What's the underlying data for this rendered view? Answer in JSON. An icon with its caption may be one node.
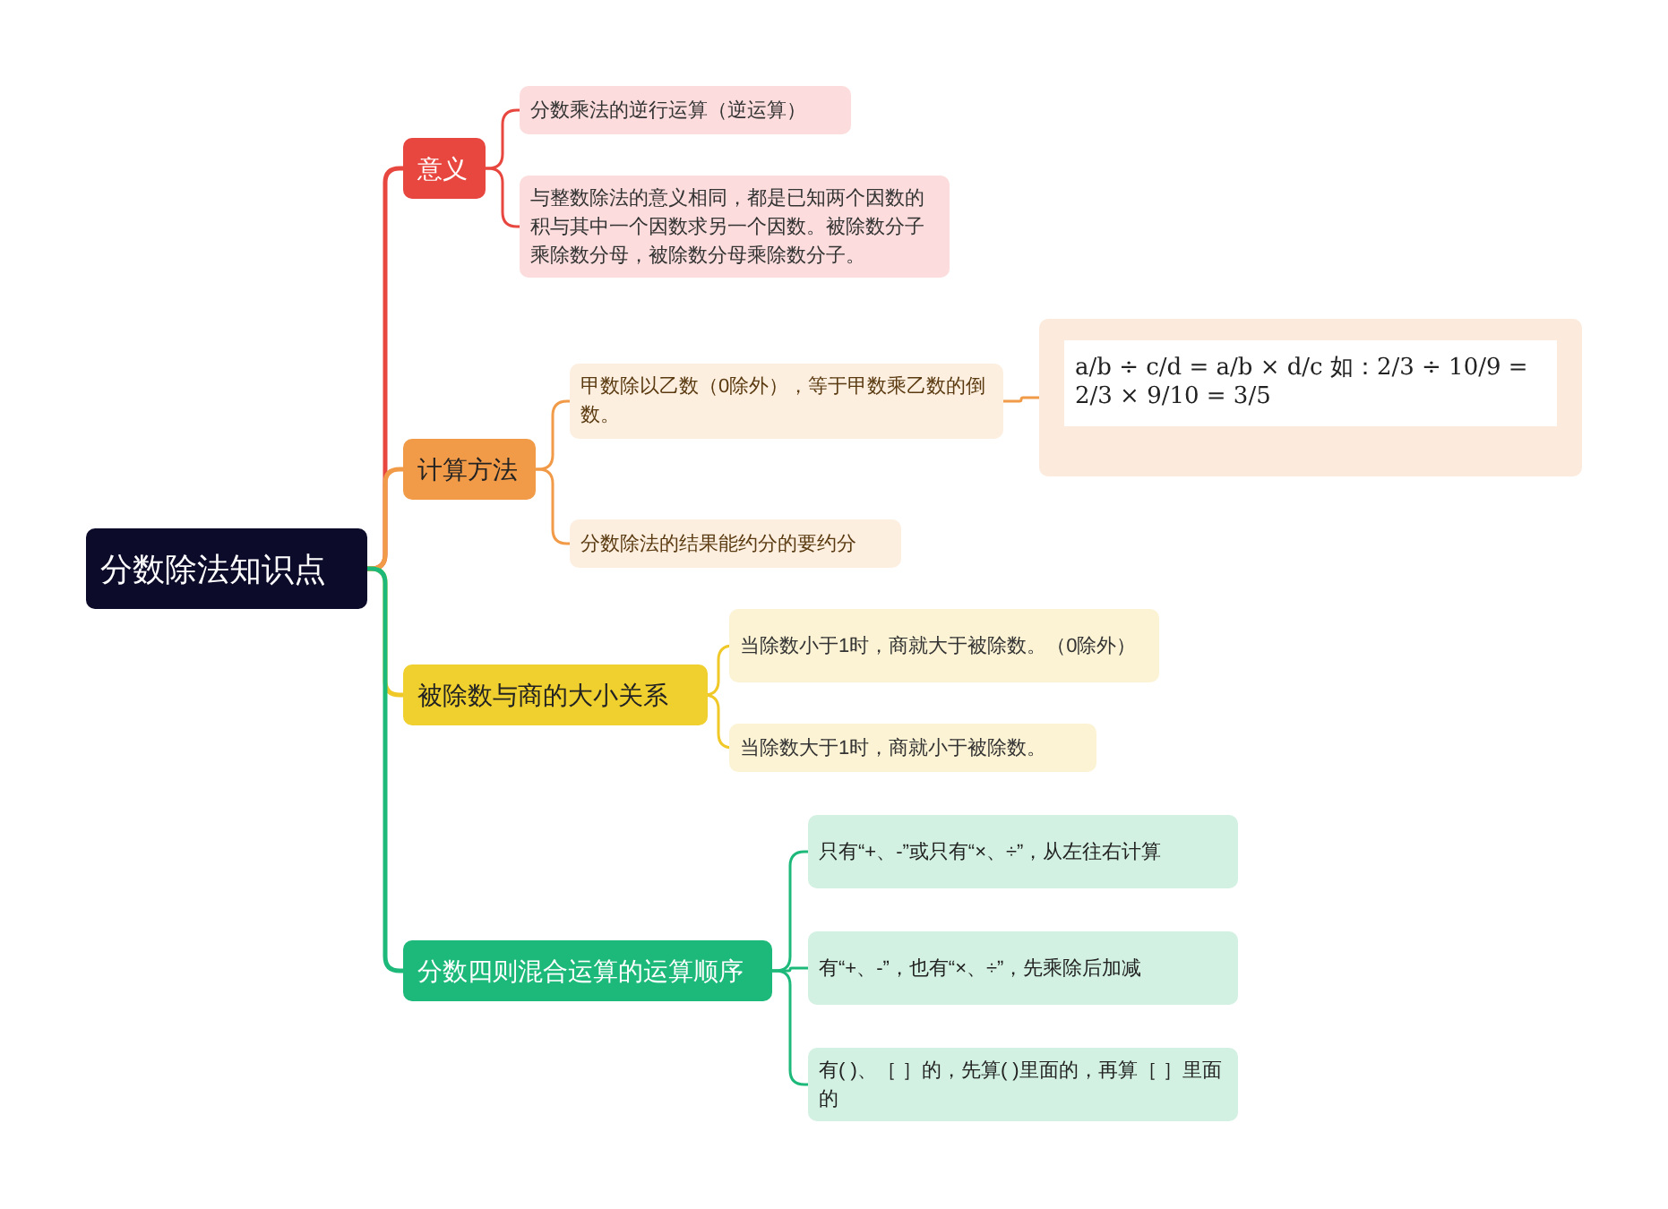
{
  "diagram": {
    "nodes": [
      {
        "text": [
          "分数除法知识点"
        ]
      },
      {
        "text": [
          "意义"
        ]
      },
      {
        "text": [
          "分数乘法的逆行运算（逆运算）"
        ]
      },
      {
        "text": [
          "与整数除法的意义相同，都是已知两个因数的积与其中一个因数求另一个因数。被除数分子乘除数分母，被除数分母乘除数分子。"
        ]
      },
      {
        "text": [
          "计算方法"
        ]
      },
      {
        "text": [
          "甲数除以乙数（0除外），等于甲数乘乙数的倒数。"
        ]
      },
      {
        "text": [
          "a/b ÷ c/d = a/b × d/c 如：2/3 ÷ 10/9 = 2/3 × 9/10 = 3/5"
        ]
      },
      {
        "text": [
          "分数除法的结果能约分的要约分"
        ]
      },
      {
        "text": [
          "被除数与商的大小关系"
        ]
      },
      {
        "text": [
          "当除数小于1时，商就大于被除数。（0除外）"
        ]
      },
      {
        "text": [
          "当除数大于1时，商就小于被除数。"
        ]
      },
      {
        "text": [
          "分数四则混合运算的运算顺序"
        ]
      },
      {
        "text": [
          "只有“+、-”或只有“×、÷”，从左往右计算"
        ]
      },
      {
        "text": [
          "有“+、-”，也有“×、÷”，先乘除后加减"
        ]
      },
      {
        "text": [
          "有( )、［ ］的，先算( )里面的，再算［ ］里面的"
        ]
      }
    ],
    "edges": [
      {
        "from": 0,
        "to": 1,
        "arrow": "none",
        "color": "#e8473f"
      },
      {
        "from": 1,
        "to": 2,
        "arrow": "none",
        "color": "#e8473f"
      },
      {
        "from": 1,
        "to": 3,
        "arrow": "none",
        "color": "#e8473f"
      },
      {
        "from": 0,
        "to": 4,
        "arrow": "none",
        "color": "#f19a48"
      },
      {
        "from": 4,
        "to": 5,
        "arrow": "none",
        "color": "#f19a48"
      },
      {
        "from": 5,
        "to": 6,
        "arrow": "none",
        "color": "#f19a48"
      },
      {
        "from": 4,
        "to": 7,
        "arrow": "none",
        "color": "#f19a48"
      },
      {
        "from": 0,
        "to": 8,
        "arrow": "none",
        "color": "#f0c929"
      },
      {
        "from": 8,
        "to": 9,
        "arrow": "none",
        "color": "#f0c929"
      },
      {
        "from": 8,
        "to": 10,
        "arrow": "none",
        "color": "#f0c929"
      },
      {
        "from": 0,
        "to": 11,
        "arrow": "none",
        "color": "#1db97a"
      },
      {
        "from": 11,
        "to": 12,
        "arrow": "none",
        "color": "#1db97a"
      },
      {
        "from": 11,
        "to": 13,
        "arrow": "none",
        "color": "#1db97a"
      },
      {
        "from": 11,
        "to": 14,
        "arrow": "none",
        "color": "#1db97a"
      }
    ]
  }
}
